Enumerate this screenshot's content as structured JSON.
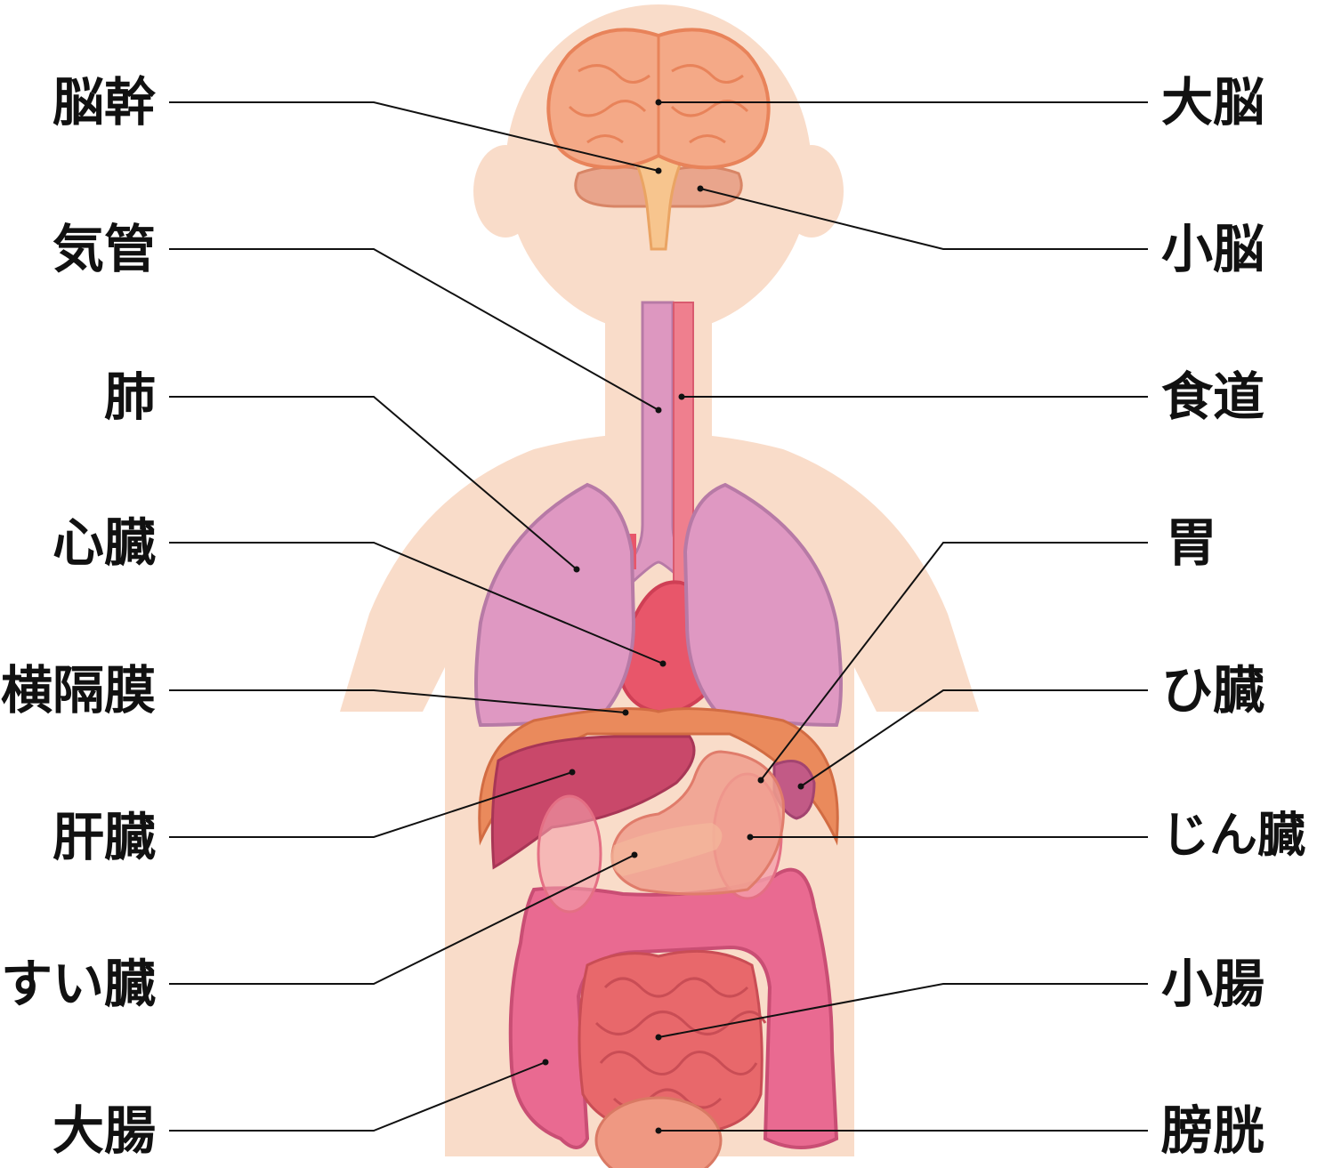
{
  "colors": {
    "skin": "#f9dcc9",
    "brain": "#f4a987",
    "brain_outline": "#e8835a",
    "cerebellum": "#e9a58c",
    "trachea": "#dd97c0",
    "esophagus": "#ef7f8e",
    "lung": "#df98c2",
    "lung_outline": "#b77aa6",
    "heart": "#e8566a",
    "diaphragm": "#ea8a5c",
    "liver": "#c9486a",
    "stomach": "#f09d8d",
    "kidney": "#f4a0aa",
    "spleen": "#c25a86",
    "large_intestine": "#e96a91",
    "small_intestine": "#e8686b",
    "bladder": "#ef9882",
    "line": "#111111"
  },
  "labels_left": [
    {
      "id": "brainstem",
      "text": "脳幹"
    },
    {
      "id": "trachea",
      "text": "気管"
    },
    {
      "id": "lung",
      "text": "肺"
    },
    {
      "id": "heart",
      "text": "心臓"
    },
    {
      "id": "diaphragm",
      "text": "横隔膜"
    },
    {
      "id": "liver",
      "text": "肝臓"
    },
    {
      "id": "pancreas",
      "text": "すい臓"
    },
    {
      "id": "large-intestine",
      "text": "大腸"
    }
  ],
  "labels_right": [
    {
      "id": "cerebrum",
      "text": "大脳"
    },
    {
      "id": "cerebellum",
      "text": "小脳"
    },
    {
      "id": "esophagus",
      "text": "食道"
    },
    {
      "id": "stomach",
      "text": "胃"
    },
    {
      "id": "spleen",
      "text": "ひ臓"
    },
    {
      "id": "kidney",
      "text": "じん臓"
    },
    {
      "id": "small-intestine",
      "text": "小腸"
    },
    {
      "id": "bladder",
      "text": "膀胱"
    }
  ]
}
